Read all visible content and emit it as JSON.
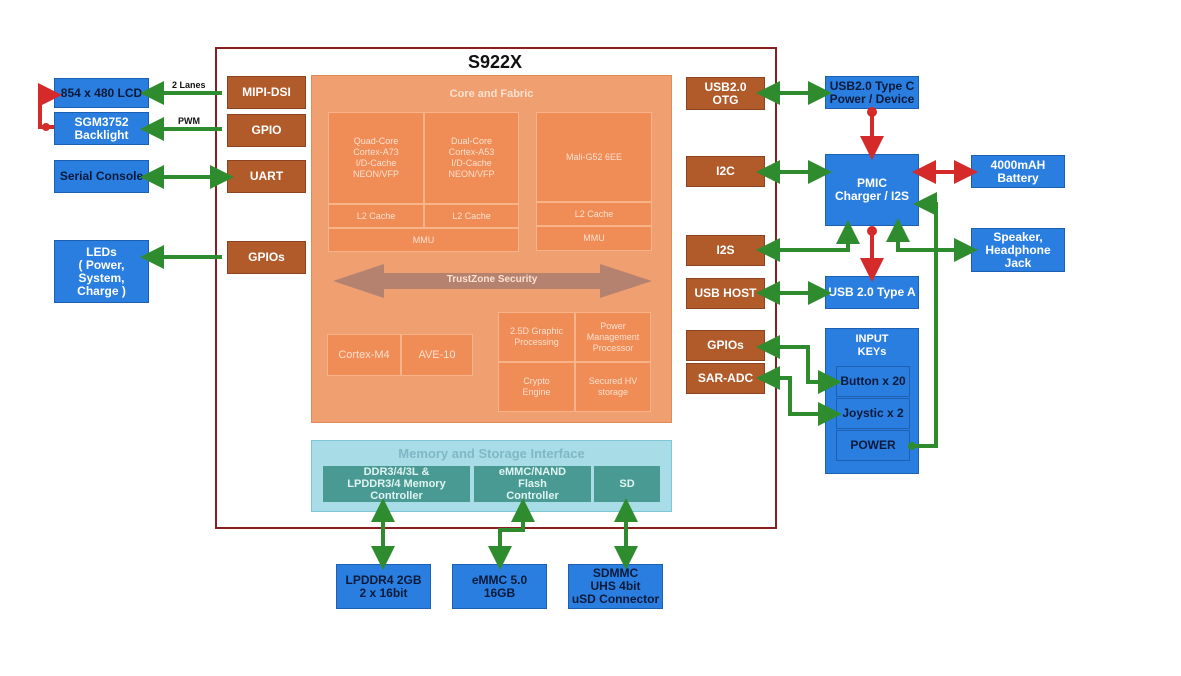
{
  "chip": {
    "title": "S922X"
  },
  "core_fabric": {
    "title": "Core and Fabric",
    "cpu_a": "Quad-Core\nCortex-A73\nI/D-Cache\nNEON/VFP",
    "cpu_b": "Dual-Core\nCortex-A53\nI/D-Cache\nNEON/VFP",
    "gpu": "Mali-G52 6EE",
    "l2_a": "L2 Cache",
    "l2_b": "L2 Cache",
    "l2_c": "L2 Cache",
    "mmu_a": "MMU",
    "mmu_b": "MMU",
    "trustzone": "TrustZone Security",
    "cortex_m4": "Cortex-M4",
    "ave10": "AVE-10",
    "graphic": "2.5D Graphic\nProcessing",
    "pmp": "Power\nManagement\nProcessor",
    "crypto": "Crypto\nEngine",
    "secured": "Secured HV\nstorage"
  },
  "memory": {
    "title": "Memory and Storage Interface",
    "ddr": "DDR3/4/3L &\nLPDDR3/4 Memory\nController",
    "emmc_ctrl": "eMMC/NAND\nFlash\nController",
    "sd": "SD"
  },
  "ports_left": {
    "mipi": "MIPI-DSI",
    "gpio": "GPIO",
    "uart": "UART",
    "gpios": "GPIOs"
  },
  "ports_right": {
    "usb_otg": "USB2.0\nOTG",
    "i2c": "I2C",
    "i2s": "I2S",
    "usb_host": "USB HOST",
    "gpios": "GPIOs",
    "sar_adc": "SAR-ADC"
  },
  "external_left": {
    "lcd": "854 x 480 LCD",
    "backlight": "SGM3752\nBacklight",
    "serial": "Serial Console",
    "leds": "LEDs\n( Power,\nSystem,\nCharge )"
  },
  "external_right": {
    "usb_c": "USB2.0 Type C\nPower / Device",
    "pmic": "PMIC\nCharger / I2S",
    "battery": "4000mAH\nBattery",
    "speaker": "Speaker,\nHeadphone\nJack",
    "usb_a": "USB 2.0 Type A",
    "input_keys": "INPUT\nKEYs",
    "button": "Button x 20",
    "joystick": "Joystic x 2",
    "power": "POWER"
  },
  "external_bottom": {
    "lpddr4": "LPDDR4 2GB\n2 x 16bit",
    "emmc": "eMMC 5.0\n16GB",
    "sdmmc": "SDMMC\nUHS 4bit\nuSD Connector"
  },
  "link_labels": {
    "lanes": "2 Lanes",
    "pwm": "PWM"
  },
  "colors": {
    "data_link": "#2e8b2e",
    "power_link": "#d42a2a",
    "port": "#b15a2a",
    "external": "#2a7ee0"
  }
}
